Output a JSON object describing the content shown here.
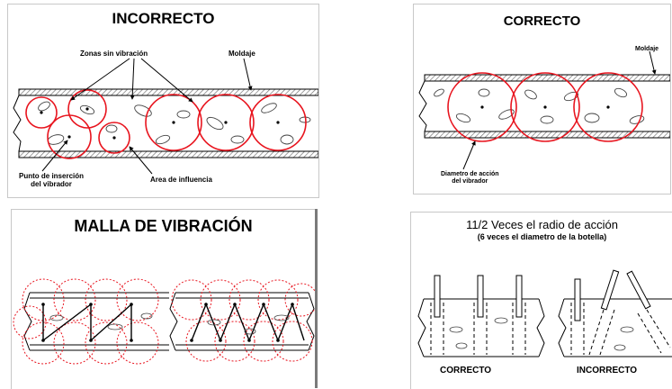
{
  "panels": {
    "incorrecto": {
      "title": "INCORRECTO",
      "label_zonas": "Zonas sin vibración",
      "label_moldaje": "Moldaje",
      "label_punto_1": "Punto de inserción",
      "label_punto_2": "del vibrador",
      "label_area": "Area de influencia"
    },
    "correcto": {
      "title": "CORRECTO",
      "label_moldaje": "Moldaje",
      "label_diametro_1": "Diametro de acción",
      "label_diametro_2": "del vibrador"
    },
    "malla": {
      "title": "MALLA DE VIBRACIÓN"
    },
    "radio": {
      "title": "11/2 Veces el radio de acción",
      "subtitle": "(6 veces el diametro de la botella)",
      "label_correcto": "CORRECTO",
      "label_incorrecto": "INCORRECTO"
    }
  },
  "colors": {
    "circle": "#e8141e",
    "line": "#000000",
    "hatch": "#555555"
  }
}
